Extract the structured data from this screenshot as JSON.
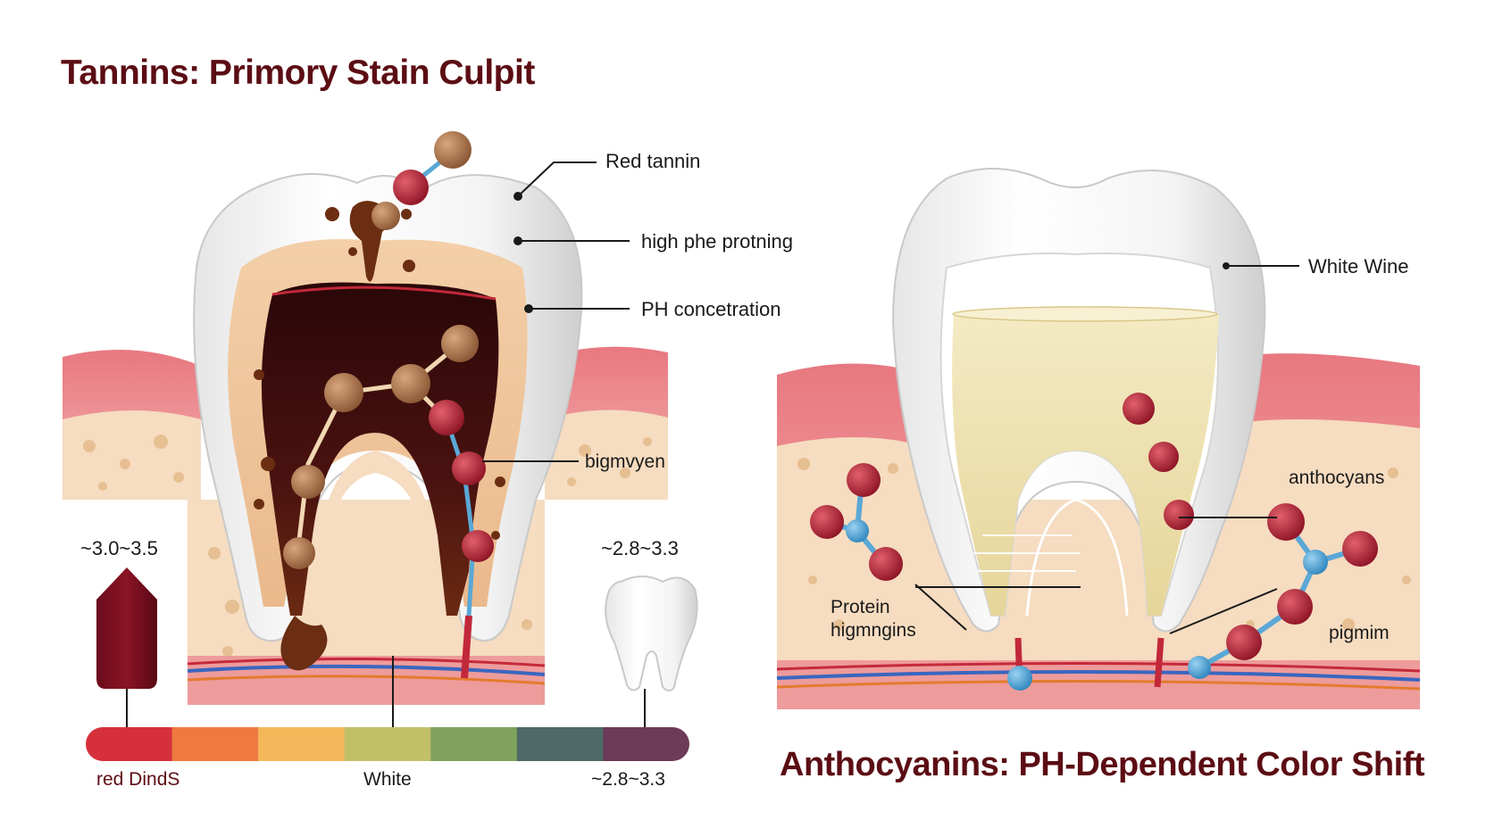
{
  "left_panel": {
    "title": "Tannins: Primory Stain Culpit",
    "labels": {
      "red_tannin": "Red tannin",
      "high_protein": "high phe protning",
      "ph_concentration": "PH concetration",
      "bigmvyen": "bigmvyen",
      "ph_red": "~3.0~3.5",
      "ph_white": "~2.8~3.3"
    },
    "scale": {
      "left_label": "red DindS",
      "mid_label": "White",
      "right_label": "~2.8~3.3",
      "colors": [
        "#d6313b",
        "#ee7a42",
        "#f4b85a",
        "#c2c067",
        "#7fa35f",
        "#4e6a66",
        "#6b3b57"
      ]
    }
  },
  "right_panel": {
    "title": "Anthocyanins: PH-Dependent Color Shift",
    "labels": {
      "white_wine": "White Wine",
      "anthocyans": "anthocyans",
      "protein": "Protein\nhigmngins",
      "pigmim": "pigmim"
    }
  },
  "colors": {
    "title": "#5c0d14",
    "gum": "#e98a8d",
    "bone": "#f6dcc0",
    "red_wine": "#3a0a0c",
    "stain": "#6b2e12",
    "white_wine": "#efe2b0",
    "molecule_red": "#b8283a",
    "molecule_brown": "#b07a52",
    "molecule_blue": "#5aa8d6"
  }
}
